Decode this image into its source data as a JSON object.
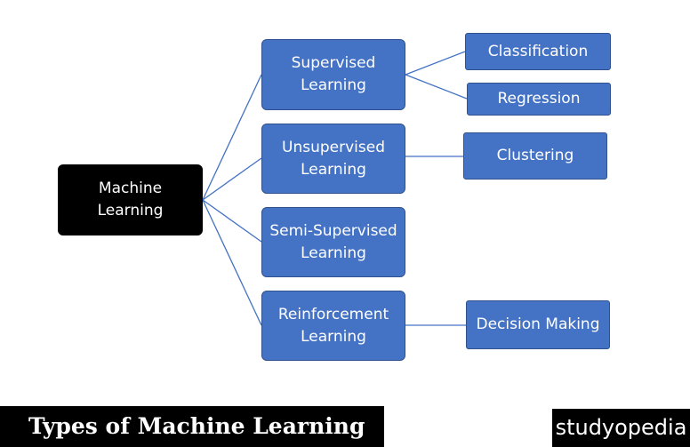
{
  "diagram": {
    "root": "Machine\nLearning",
    "categories": [
      "Supervised\nLearning",
      "Unsupervised\nLearning",
      "Semi-Supervised\nLearning",
      "Reinforcement\nLearning"
    ],
    "leaves": {
      "classification": "Classification",
      "regression": "Regression",
      "clustering": "Clustering",
      "decision_making": "Decision Making"
    }
  },
  "caption": "Types of Machine Learning",
  "brand": "studyopedia",
  "colors": {
    "node_fill": "#4472c4",
    "node_border": "#2f528f",
    "root_fill": "#000000",
    "connector": "#4472c4",
    "text": "#ffffff"
  }
}
